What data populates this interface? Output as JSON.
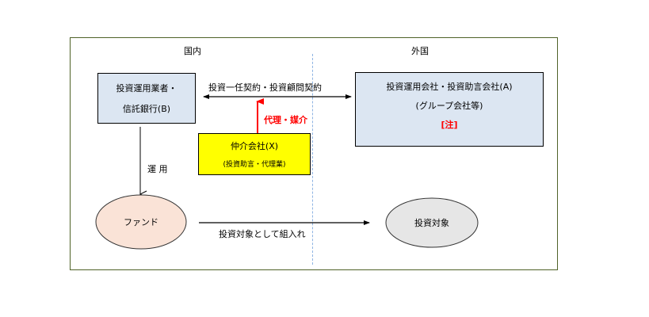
{
  "regions": {
    "domestic": "国内",
    "foreign": "外国"
  },
  "nodes": {
    "trust_bank": {
      "line1": "投資運用業者・",
      "line2": "信託銀行(B)"
    },
    "foreign_manager": {
      "line1": "投資運用会社・投資助言会社(A)",
      "line2": "(グループ会社等)",
      "note": "[注]"
    },
    "intermediary": {
      "line1": "仲介会社(X)",
      "line2": "(投資助言・代理業)"
    },
    "fund": {
      "label": "ファンド"
    },
    "investment_target": {
      "label": "投資対象"
    }
  },
  "edges": {
    "contract": "投資一任契約・投資顧問契約",
    "agency": "代理・媒介",
    "management": "運 用",
    "incorporation": "投資対象として組入れ"
  },
  "colors": {
    "frame": "#4f6228",
    "box_blue": "#dce6f2",
    "box_yellow": "#ffff00",
    "fund_fill": "#fae3d7",
    "target_fill": "#e6e6e6",
    "accent_red": "#ff0000",
    "divider": "#8eb4e3"
  }
}
